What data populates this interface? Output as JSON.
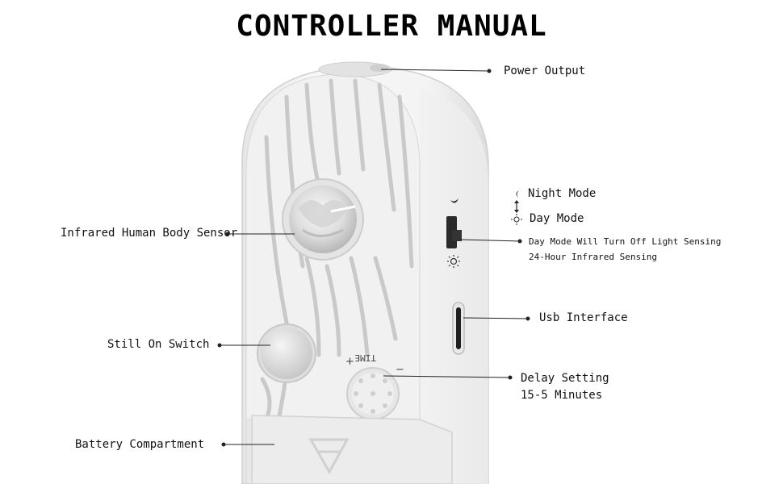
{
  "title": "CONTROLLER MANUAL",
  "labels": {
    "power_output": "Power Output",
    "night_mode": "Night Mode",
    "day_mode": "Day Mode",
    "day_mode_note_1": "Day Mode Will Turn Off Light Sensing",
    "day_mode_note_2": "24-Hour Infrared Sensing",
    "usb_interface": "Usb Interface",
    "infrared_sensor": "Infrared Human Body Sensor",
    "still_on_switch": "Still On Switch",
    "delay_setting_1": "Delay Setting",
    "delay_setting_2": "15-5 Minutes",
    "battery_compartment": "Battery Compartment",
    "knob_time": "TIME",
    "knob_plus": "+",
    "knob_minus": "−"
  },
  "colors": {
    "body": "#f3f3f3",
    "groove": "#c9c9c9",
    "line": "#222222"
  }
}
